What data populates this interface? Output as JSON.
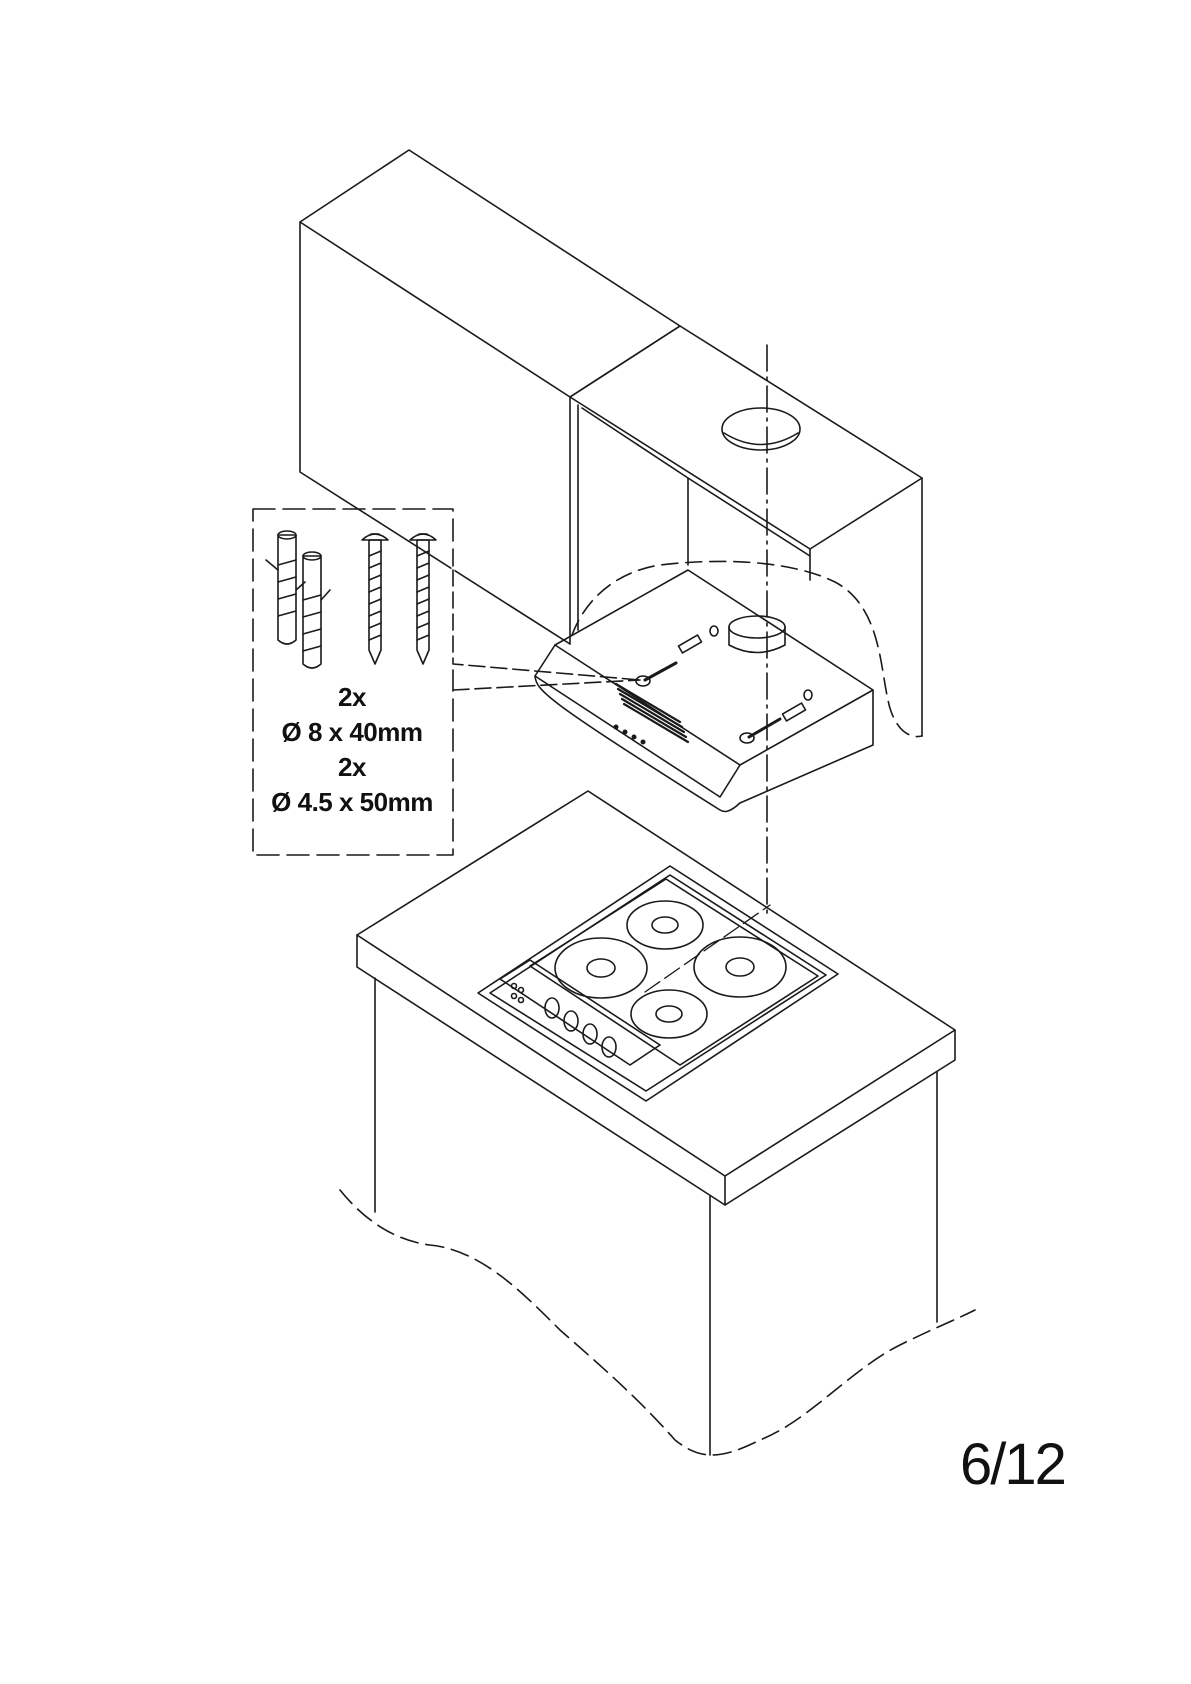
{
  "kit": {
    "anchor_qty": "2x",
    "anchor_size": "Ø 8 x 40mm",
    "screw_qty": "2x",
    "screw_size": "Ø 4.5 x 50mm"
  },
  "page": {
    "number": "6/12"
  }
}
